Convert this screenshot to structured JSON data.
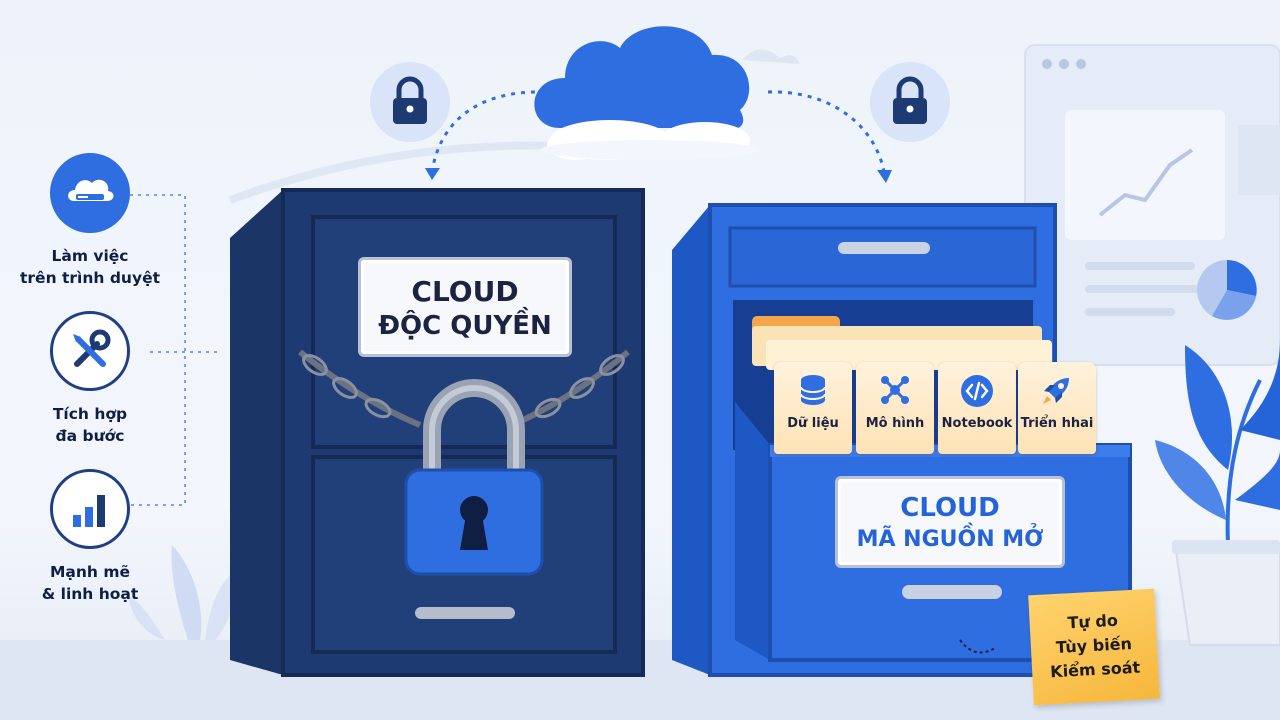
{
  "features": [
    {
      "label": "Làm việc\ntrên trình duyệt",
      "icon": "cloud-browser-icon"
    },
    {
      "label": "Tích hợp\nđa bước",
      "icon": "tools-icon"
    },
    {
      "label": "Mạnh mẽ\n& linh hoạt",
      "icon": "bar-chart-icon"
    }
  ],
  "proprietary": {
    "line1": "CLOUD",
    "line2": "ĐỘC QUYỀN"
  },
  "open_source": {
    "line1": "CLOUD",
    "line2": "MÃ NGUỒN MỞ"
  },
  "folders": [
    {
      "label": "Dữ liệu",
      "icon": "database-icon"
    },
    {
      "label": "Mô hình",
      "icon": "network-icon"
    },
    {
      "label": "Notebook",
      "icon": "code-icon"
    },
    {
      "label": "Triển hhai",
      "icon": "rocket-icon"
    }
  ],
  "sticky_note": {
    "line1": "Tự do",
    "line2": "Tùy biến",
    "line3": "Kiểm soát"
  },
  "colors": {
    "navy": "#1e3a72",
    "blue": "#2f6ee0",
    "accent": "#2563d8",
    "sticky": "#f6c14a"
  }
}
